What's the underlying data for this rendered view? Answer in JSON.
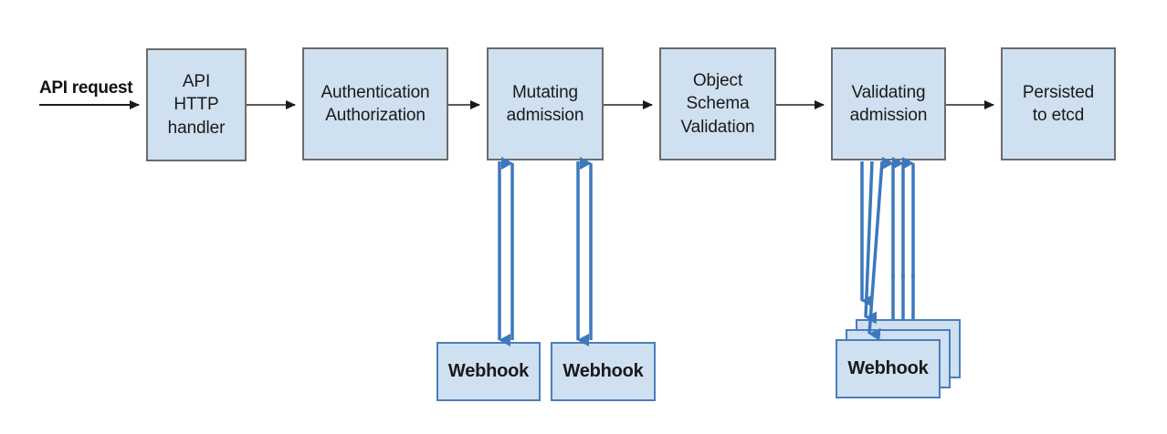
{
  "diagram": {
    "title": "Kubernetes API request admission flow",
    "type": "flow-diagram",
    "colors": {
      "node_fill": "#cfe0f0",
      "node_stroke": "#6b6b6b",
      "webhook_stroke": "#4a7ebb",
      "arrow_black": "#1a1a1a",
      "arrow_blue": "#3c78bd"
    },
    "entry": {
      "label": "API request"
    },
    "nodes": [
      {
        "id": "api-http-handler",
        "label": "API\nHTTP\nhandler"
      },
      {
        "id": "authentication",
        "label": "Authentication\nAuthorization"
      },
      {
        "id": "mutating",
        "label": "Mutating\nadmission"
      },
      {
        "id": "object-schema",
        "label": "Object\nSchema\nValidation"
      },
      {
        "id": "validating",
        "label": "Validating\nadmission"
      },
      {
        "id": "persisted",
        "label": "Persisted\nto etcd"
      }
    ],
    "webhooks": [
      {
        "id": "mutating-webhook-1",
        "label": "Webhook"
      },
      {
        "id": "mutating-webhook-2",
        "label": "Webhook"
      },
      {
        "id": "validating-webhook-1",
        "label": ""
      },
      {
        "id": "validating-webhook-2",
        "label": ""
      },
      {
        "id": "validating-webhook-3",
        "label": "Webhook"
      }
    ]
  }
}
